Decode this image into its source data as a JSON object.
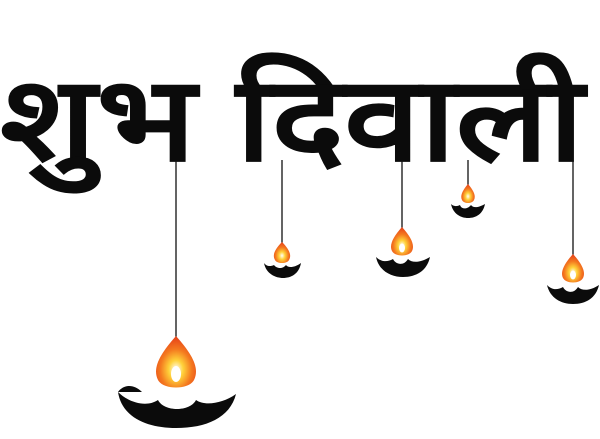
{
  "greeting": {
    "word_1": "शुभ",
    "word_2": "दिवाली"
  },
  "colors": {
    "ink": "#0b0b0b",
    "flame_outer": "#e8481a",
    "flame_mid": "#f47a1f",
    "flame_inner": "#ffd23a",
    "flame_core": "#ffffff",
    "string": "#111111",
    "background": "#ffffff"
  },
  "decorations": {
    "lamp_count": 5,
    "lamp_type": "diya"
  }
}
